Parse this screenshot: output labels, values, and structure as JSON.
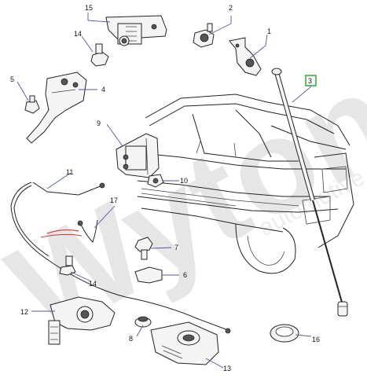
{
  "watermark": {
    "main": "Wyton",
    "sub": "automotive"
  },
  "callouts": [
    {
      "id": "c1",
      "label": "1"
    },
    {
      "id": "c2",
      "label": "2"
    },
    {
      "id": "c3",
      "label": "3",
      "highlighted": true
    },
    {
      "id": "c4",
      "label": "4"
    },
    {
      "id": "c5",
      "label": "5"
    },
    {
      "id": "c6",
      "label": "6"
    },
    {
      "id": "c7",
      "label": "7"
    },
    {
      "id": "c8",
      "label": "8"
    },
    {
      "id": "c9",
      "label": "9"
    },
    {
      "id": "c10",
      "label": "10"
    },
    {
      "id": "c11",
      "label": "11"
    },
    {
      "id": "c12",
      "label": "12"
    },
    {
      "id": "c13",
      "label": "13"
    },
    {
      "id": "c14a",
      "label": "14"
    },
    {
      "id": "c14b",
      "label": "14"
    },
    {
      "id": "c15",
      "label": "15"
    },
    {
      "id": "c16",
      "label": "16"
    },
    {
      "id": "c17",
      "label": "17"
    }
  ],
  "colors": {
    "leader": "#4a5aa8",
    "highlight": "#2fa83a",
    "cable_mark": "#d63a2a",
    "watermark": "#e6e6e6"
  }
}
